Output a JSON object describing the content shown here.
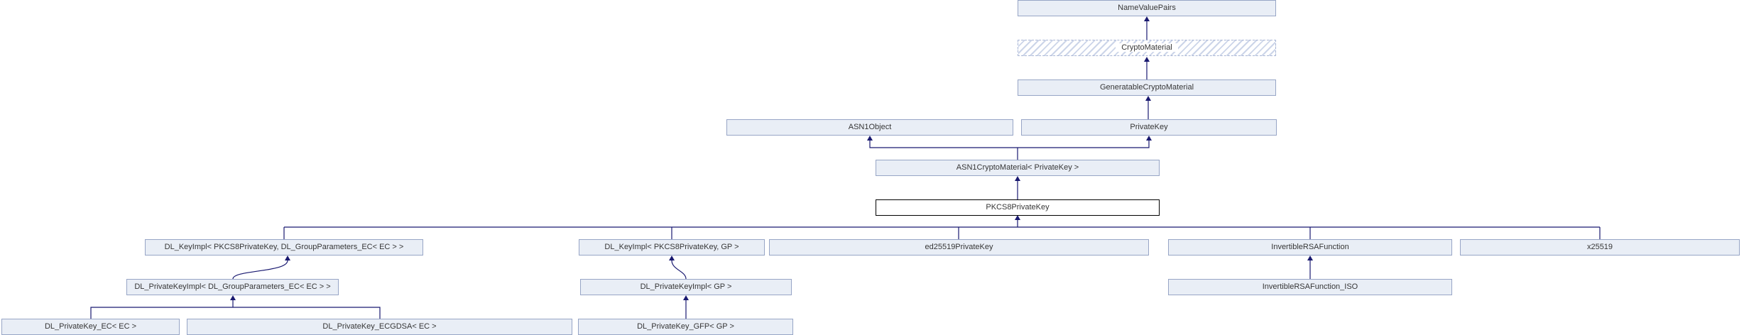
{
  "diagram": {
    "kind": "class-inheritance-graph",
    "current_class": "PKCS8PrivateKey",
    "colors": {
      "node_fill": "#e9eef6",
      "node_border": "#97a5c6",
      "hatched_border": "#a8b5d5",
      "current_border": "#000000",
      "edge": "#191970",
      "background": "#ffffff"
    },
    "nodes": {
      "name_value_pairs": {
        "label": "NameValuePairs"
      },
      "crypto_material": {
        "label": "CryptoMaterial"
      },
      "generatable_crypto_material": {
        "label": "GeneratableCryptoMaterial"
      },
      "asn1_object": {
        "label": "ASN1Object"
      },
      "private_key": {
        "label": "PrivateKey"
      },
      "asn1_crypto_material": {
        "label": "ASN1CryptoMaterial< PrivateKey >"
      },
      "pkcs8_private_key": {
        "label": "PKCS8PrivateKey"
      },
      "dl_keyimpl_ec": {
        "label": "DL_KeyImpl< PKCS8PrivateKey, DL_GroupParameters_EC< EC > >"
      },
      "dl_keyimpl_gp": {
        "label": "DL_KeyImpl< PKCS8PrivateKey, GP >"
      },
      "ed25519_private_key": {
        "label": "ed25519PrivateKey"
      },
      "invertible_rsa_function": {
        "label": "InvertibleRSAFunction"
      },
      "x25519": {
        "label": "x25519"
      },
      "dl_private_keyimpl_ec": {
        "label": "DL_PrivateKeyImpl< DL_GroupParameters_EC< EC > >"
      },
      "dl_private_keyimpl_gp": {
        "label": "DL_PrivateKeyImpl< GP >"
      },
      "invertible_rsa_function_iso": {
        "label": "InvertibleRSAFunction_ISO"
      },
      "dl_private_key_ec": {
        "label": "DL_PrivateKey_EC< EC >"
      },
      "dl_private_key_ecgdsa": {
        "label": "DL_PrivateKey_ECGDSA< EC >"
      },
      "dl_private_key_gfp": {
        "label": "DL_PrivateKey_GFP< GP >"
      }
    },
    "edges": [
      {
        "derived": "CryptoMaterial",
        "base": "NameValuePairs"
      },
      {
        "derived": "GeneratableCryptoMaterial",
        "base": "CryptoMaterial"
      },
      {
        "derived": "PrivateKey",
        "base": "GeneratableCryptoMaterial"
      },
      {
        "derived": "ASN1CryptoMaterial< PrivateKey >",
        "base": "ASN1Object"
      },
      {
        "derived": "ASN1CryptoMaterial< PrivateKey >",
        "base": "PrivateKey"
      },
      {
        "derived": "PKCS8PrivateKey",
        "base": "ASN1CryptoMaterial< PrivateKey >"
      },
      {
        "derived": "DL_KeyImpl< PKCS8PrivateKey, DL_GroupParameters_EC< EC > >",
        "base": "PKCS8PrivateKey"
      },
      {
        "derived": "DL_KeyImpl< PKCS8PrivateKey, GP >",
        "base": "PKCS8PrivateKey"
      },
      {
        "derived": "ed25519PrivateKey",
        "base": "PKCS8PrivateKey"
      },
      {
        "derived": "InvertibleRSAFunction",
        "base": "PKCS8PrivateKey"
      },
      {
        "derived": "x25519",
        "base": "PKCS8PrivateKey"
      },
      {
        "derived": "DL_PrivateKeyImpl< DL_GroupParameters_EC< EC > >",
        "base": "DL_KeyImpl< PKCS8PrivateKey, DL_GroupParameters_EC< EC > >"
      },
      {
        "derived": "DL_PrivateKeyImpl< GP >",
        "base": "DL_KeyImpl< PKCS8PrivateKey, GP >"
      },
      {
        "derived": "InvertibleRSAFunction_ISO",
        "base": "InvertibleRSAFunction"
      },
      {
        "derived": "DL_PrivateKey_EC< EC >",
        "base": "DL_PrivateKeyImpl< DL_GroupParameters_EC< EC > >"
      },
      {
        "derived": "DL_PrivateKey_ECGDSA< EC >",
        "base": "DL_PrivateKeyImpl< DL_GroupParameters_EC< EC > >"
      },
      {
        "derived": "DL_PrivateKey_GFP< GP >",
        "base": "DL_PrivateKeyImpl< GP >"
      }
    ]
  }
}
